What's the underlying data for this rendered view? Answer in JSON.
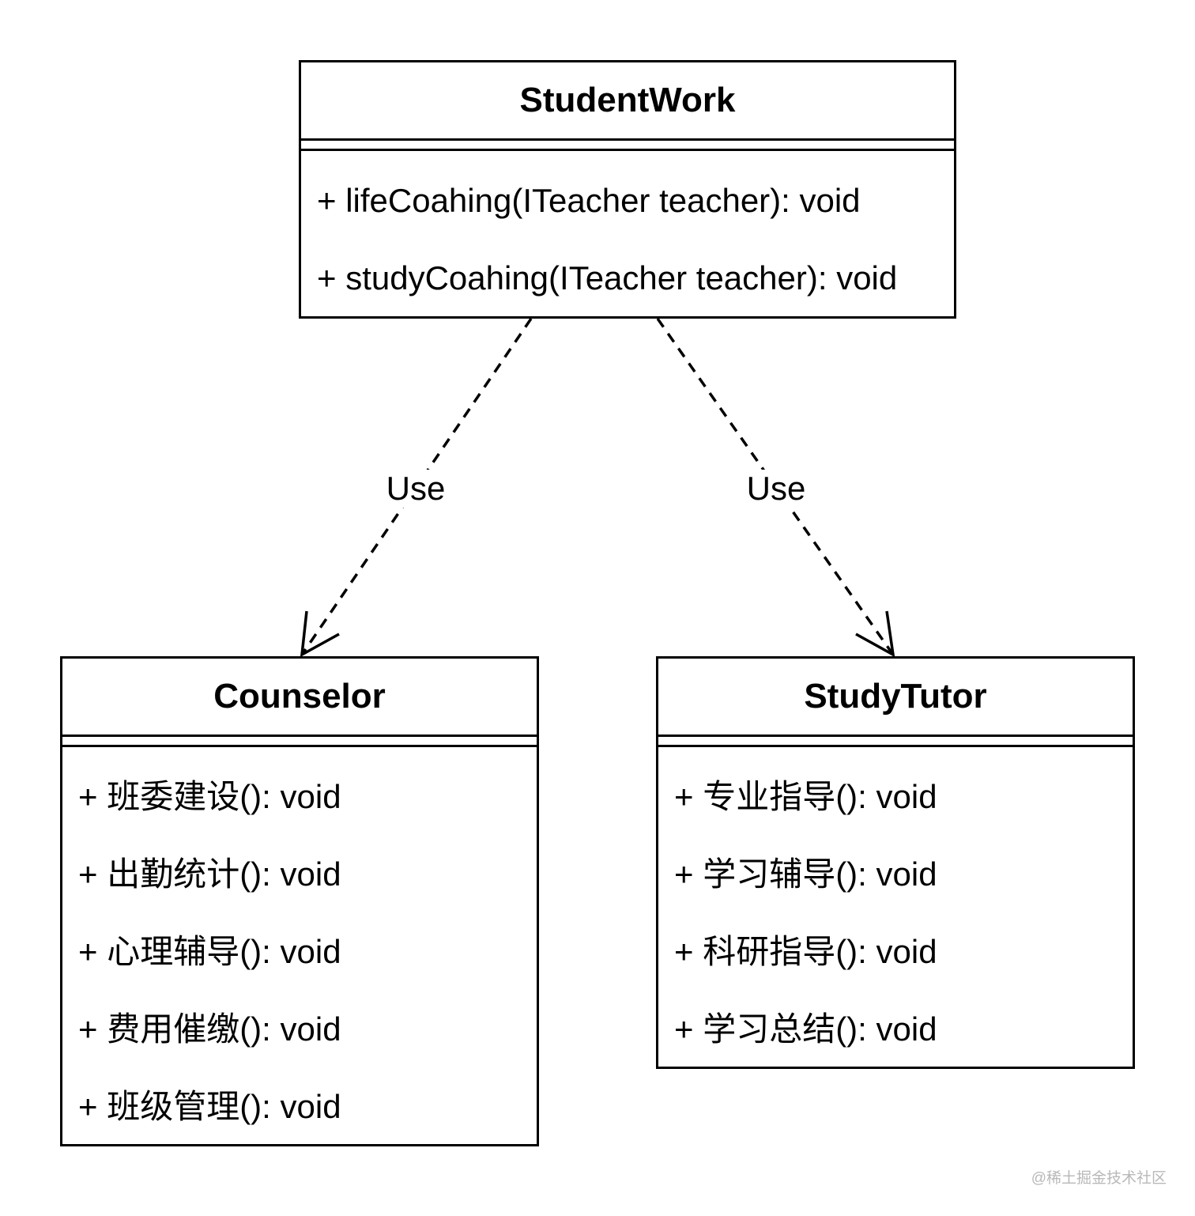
{
  "diagram": {
    "type": "uml-class-diagram",
    "classes": [
      {
        "name": "StudentWork",
        "attributes": [],
        "methods": [
          "+ lifeCoahing(ITeacher teacher): void",
          "+ studyCoahing(ITeacher teacher): void"
        ]
      },
      {
        "name": "Counselor",
        "attributes": [],
        "methods": [
          "+ 班委建设(): void",
          "+ 出勤统计(): void",
          "+ 心理辅导(): void",
          "+ 费用催缴(): void",
          "+ 班级管理(): void"
        ]
      },
      {
        "name": "StudyTutor",
        "attributes": [],
        "methods": [
          "+ 专业指导(): void",
          "+ 学习辅导(): void",
          "+ 科研指导(): void",
          "+ 学习总结(): void"
        ]
      }
    ],
    "relations": [
      {
        "from": "StudentWork",
        "to": "Counselor",
        "type": "dependency",
        "style": "dashed-open-arrow",
        "label": "Use"
      },
      {
        "from": "StudentWork",
        "to": "StudyTutor",
        "type": "dependency",
        "style": "dashed-open-arrow",
        "label": "Use"
      }
    ]
  },
  "watermark": "@稀土掘金技术社区",
  "colors": {
    "stroke": "#000000",
    "background": "#ffffff",
    "watermark": "#b8b8b8"
  }
}
